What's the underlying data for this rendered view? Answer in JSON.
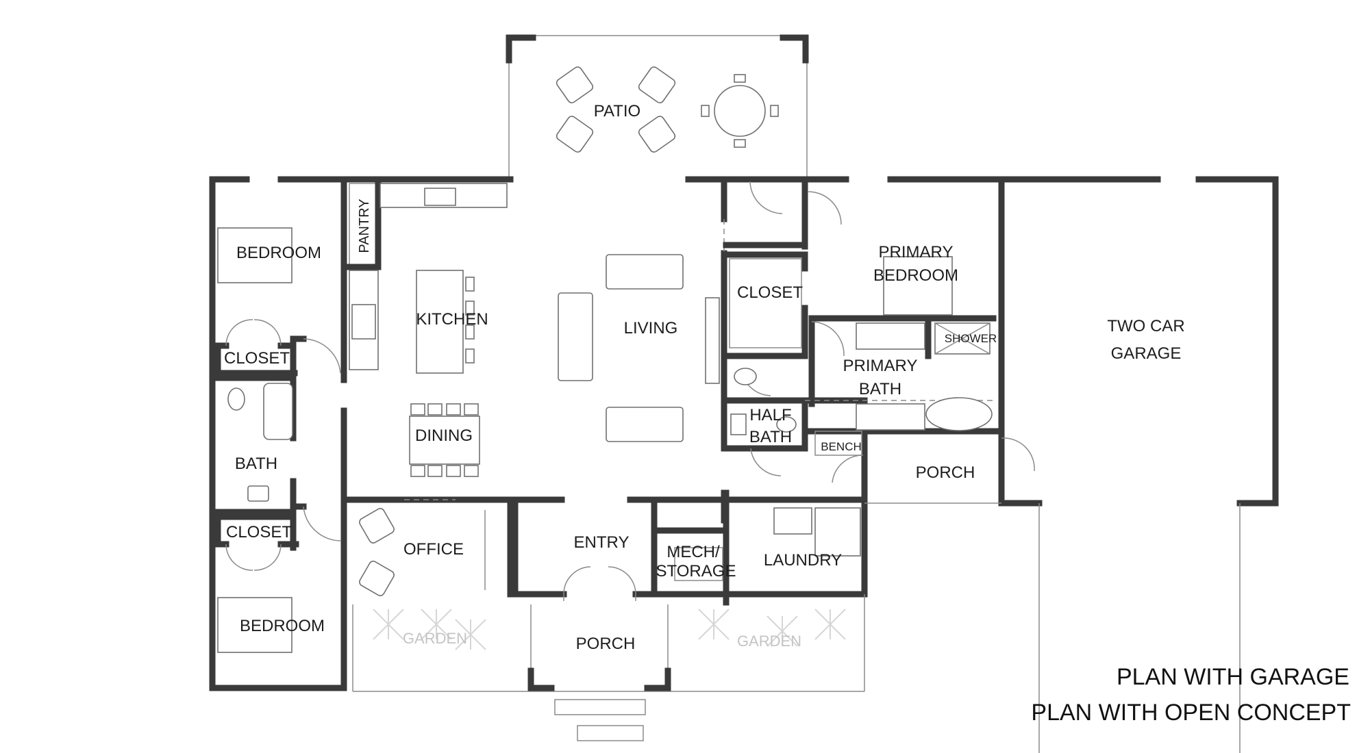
{
  "rooms": {
    "patio": "PATIO",
    "bedroom_top": "BEDROOM",
    "pantry": "PANTRY",
    "kitchen": "KITCHEN",
    "living": "LIVING",
    "closet_left_top": "CLOSET",
    "dining": "DINING",
    "bath": "BATH",
    "closet_left_bottom": "CLOSET",
    "office": "OFFICE",
    "entry": "ENTRY",
    "bedroom_bottom": "BEDROOM",
    "closet_primary": "CLOSET",
    "primary_bedroom_line1": "PRIMARY",
    "primary_bedroom_line2": "BEDROOM",
    "shower": "SHOWER",
    "primary_bath_line1": "PRIMARY",
    "primary_bath_line2": "BATH",
    "half_bath_line1": "HALF",
    "half_bath_line2": "BATH",
    "bench": "BENCH",
    "porch_side": "PORCH",
    "mech_line1": "MECH/",
    "mech_line2": "STORAGE",
    "laundry": "LAUNDRY",
    "garage_line1": "TWO CAR",
    "garage_line2": "GARAGE",
    "garden_left": "GARDEN",
    "porch_front": "PORCH",
    "garden_right": "GARDEN"
  },
  "captions": {
    "line1": "PLAN WITH GARAGE",
    "line2": "PLAN WITH OPEN CONCEPT"
  }
}
